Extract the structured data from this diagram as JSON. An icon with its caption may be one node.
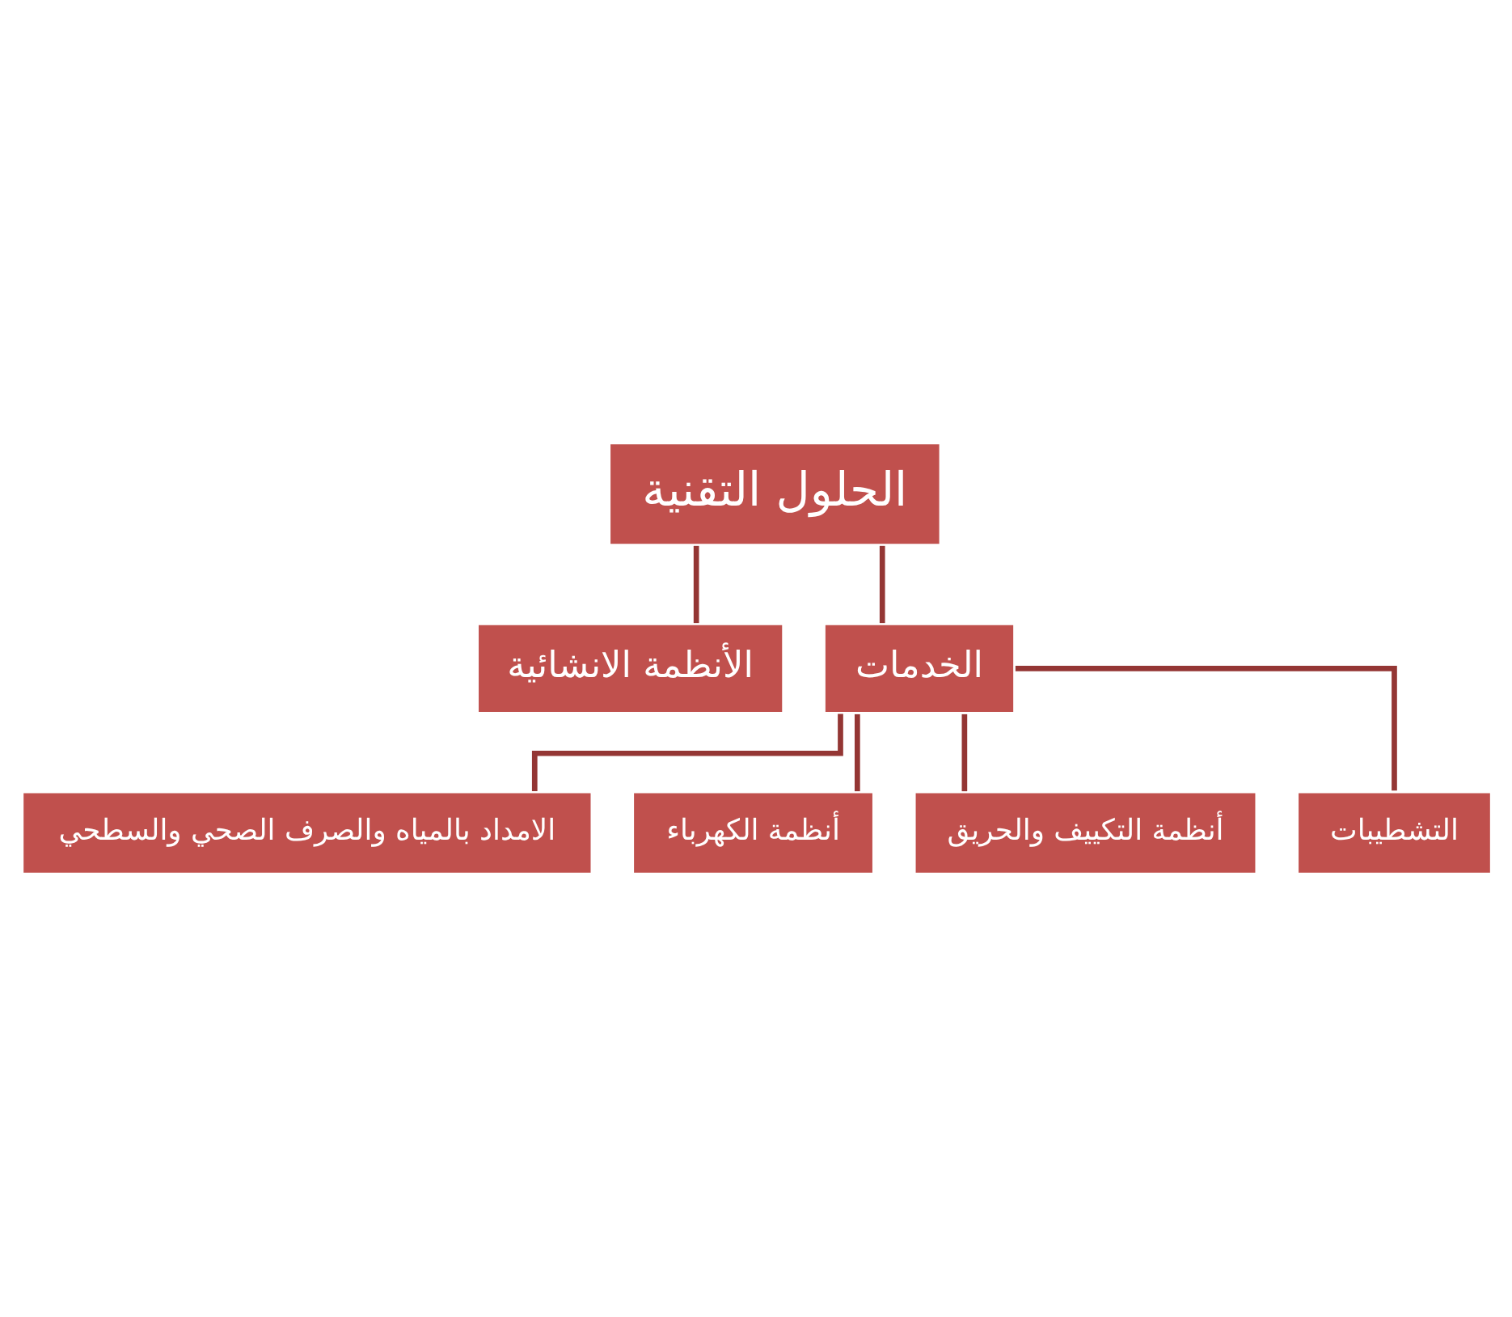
{
  "diagram": {
    "nodes": [
      {
        "text": [
          "الحلول التقنية"
        ]
      },
      {
        "text": [
          "الأنظمة الانشائية"
        ]
      },
      {
        "text": [
          "الخدمات"
        ]
      },
      {
        "text": [
          "الامداد بالمياه والصرف الصحي والسطحي"
        ]
      },
      {
        "text": [
          "أنظمة الكهرباء"
        ]
      },
      {
        "text": [
          "أنظمة التكييف والحريق"
        ]
      },
      {
        "text": [
          "التشطيبات"
        ]
      }
    ],
    "edges": [
      {
        "from": 0,
        "to": 1,
        "arrow": "none"
      },
      {
        "from": 0,
        "to": 2,
        "arrow": "none"
      },
      {
        "from": 2,
        "to": 3,
        "arrow": "none"
      },
      {
        "from": 2,
        "to": 4,
        "arrow": "none"
      },
      {
        "from": 2,
        "to": 5,
        "arrow": "none"
      },
      {
        "from": 2,
        "to": 6,
        "arrow": "none"
      }
    ]
  }
}
